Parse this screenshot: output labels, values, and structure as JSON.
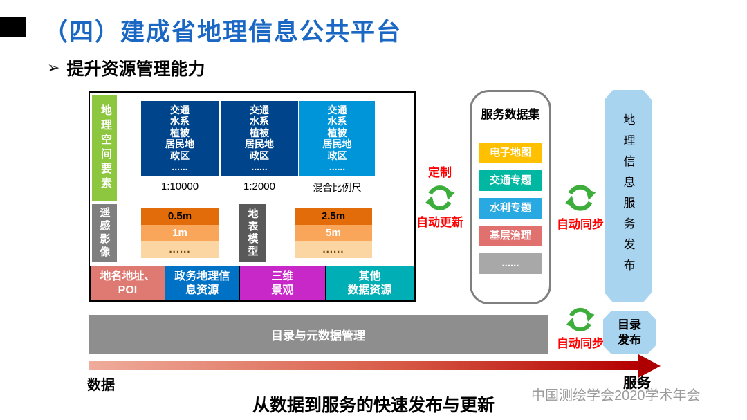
{
  "slide": {
    "title": "（四）建成省地理信息公共平台",
    "bullet_marker": "➢",
    "bullet_text": "提升资源管理能力",
    "caption": "从数据到服务的快速发布与更新",
    "watermark": "中国测绘学会2020学术年会"
  },
  "left_panel": {
    "geo_row": {
      "side_label": "地理空间要素",
      "side_color": "#8DC63F",
      "boxes": [
        {
          "content": "交通\n水系\n植被\n居民地\n政区\n......",
          "scale": "1:10000",
          "color": "#00458C"
        },
        {
          "content": "交通\n水系\n植被\n居民地\n政区\n......",
          "scale": "1:2000",
          "color": "#00458C"
        },
        {
          "content": "交通\n水系\n植被\n居民地\n政区\n......",
          "scale": "混合比例尺",
          "color": "#0095D9"
        }
      ]
    },
    "sensing_row": {
      "side_label": "遥感影像",
      "side_color": "#7F7F7F",
      "stack1": [
        {
          "label": "0.5m",
          "color": "#E36C0A"
        },
        {
          "label": "1m",
          "color": "#F9A65A"
        },
        {
          "label": "......",
          "color": "#FBD5A2"
        }
      ],
      "mid_label": "地表模型",
      "mid_color": "#595959",
      "stack2": [
        {
          "label": "2.5m",
          "color": "#E36C0A"
        },
        {
          "label": "5m",
          "color": "#F9A65A"
        },
        {
          "label": "......",
          "color": "#FBD5A2"
        }
      ]
    },
    "bottom_row": [
      {
        "label": "地名地址、\nPOI",
        "color": "#DF7A72"
      },
      {
        "label": "政务地理信\n息资源",
        "color": "#0072C6"
      },
      {
        "label": "三维\n景观",
        "color": "#C928C9"
      },
      {
        "label": "其他\n数据资源",
        "color": "#00AEB5"
      }
    ]
  },
  "flow": {
    "customize_label": "定制",
    "auto_update_label": "自动更新",
    "sync_label_services": "自动同步",
    "sync_label_catalog": "自动同步",
    "label_color": "#FF0000",
    "icon_color": "#3DAE3B"
  },
  "service_panel": {
    "title": "服务数据集",
    "items": [
      {
        "label": "电子地图",
        "color": "#FFC000"
      },
      {
        "label": "交通专题",
        "color": "#00B8A2"
      },
      {
        "label": "水利专题",
        "color": "#29A9E1"
      },
      {
        "label": "基层治理",
        "color": "#E0716E"
      },
      {
        "label": "......",
        "color": "#A8A8A8"
      }
    ]
  },
  "publish": {
    "service_banner": "地理信息服务发布",
    "catalog_banner": "目录\n发布",
    "banner_color": "#A8D4F0"
  },
  "catalog_bar": {
    "label": "目录与元数据管理",
    "color": "#8E8E8E"
  },
  "axis": {
    "left_label": "数据",
    "right_label": "服务",
    "arrow_color_start": "#F0AC9C",
    "arrow_color_end": "#AE0000"
  }
}
